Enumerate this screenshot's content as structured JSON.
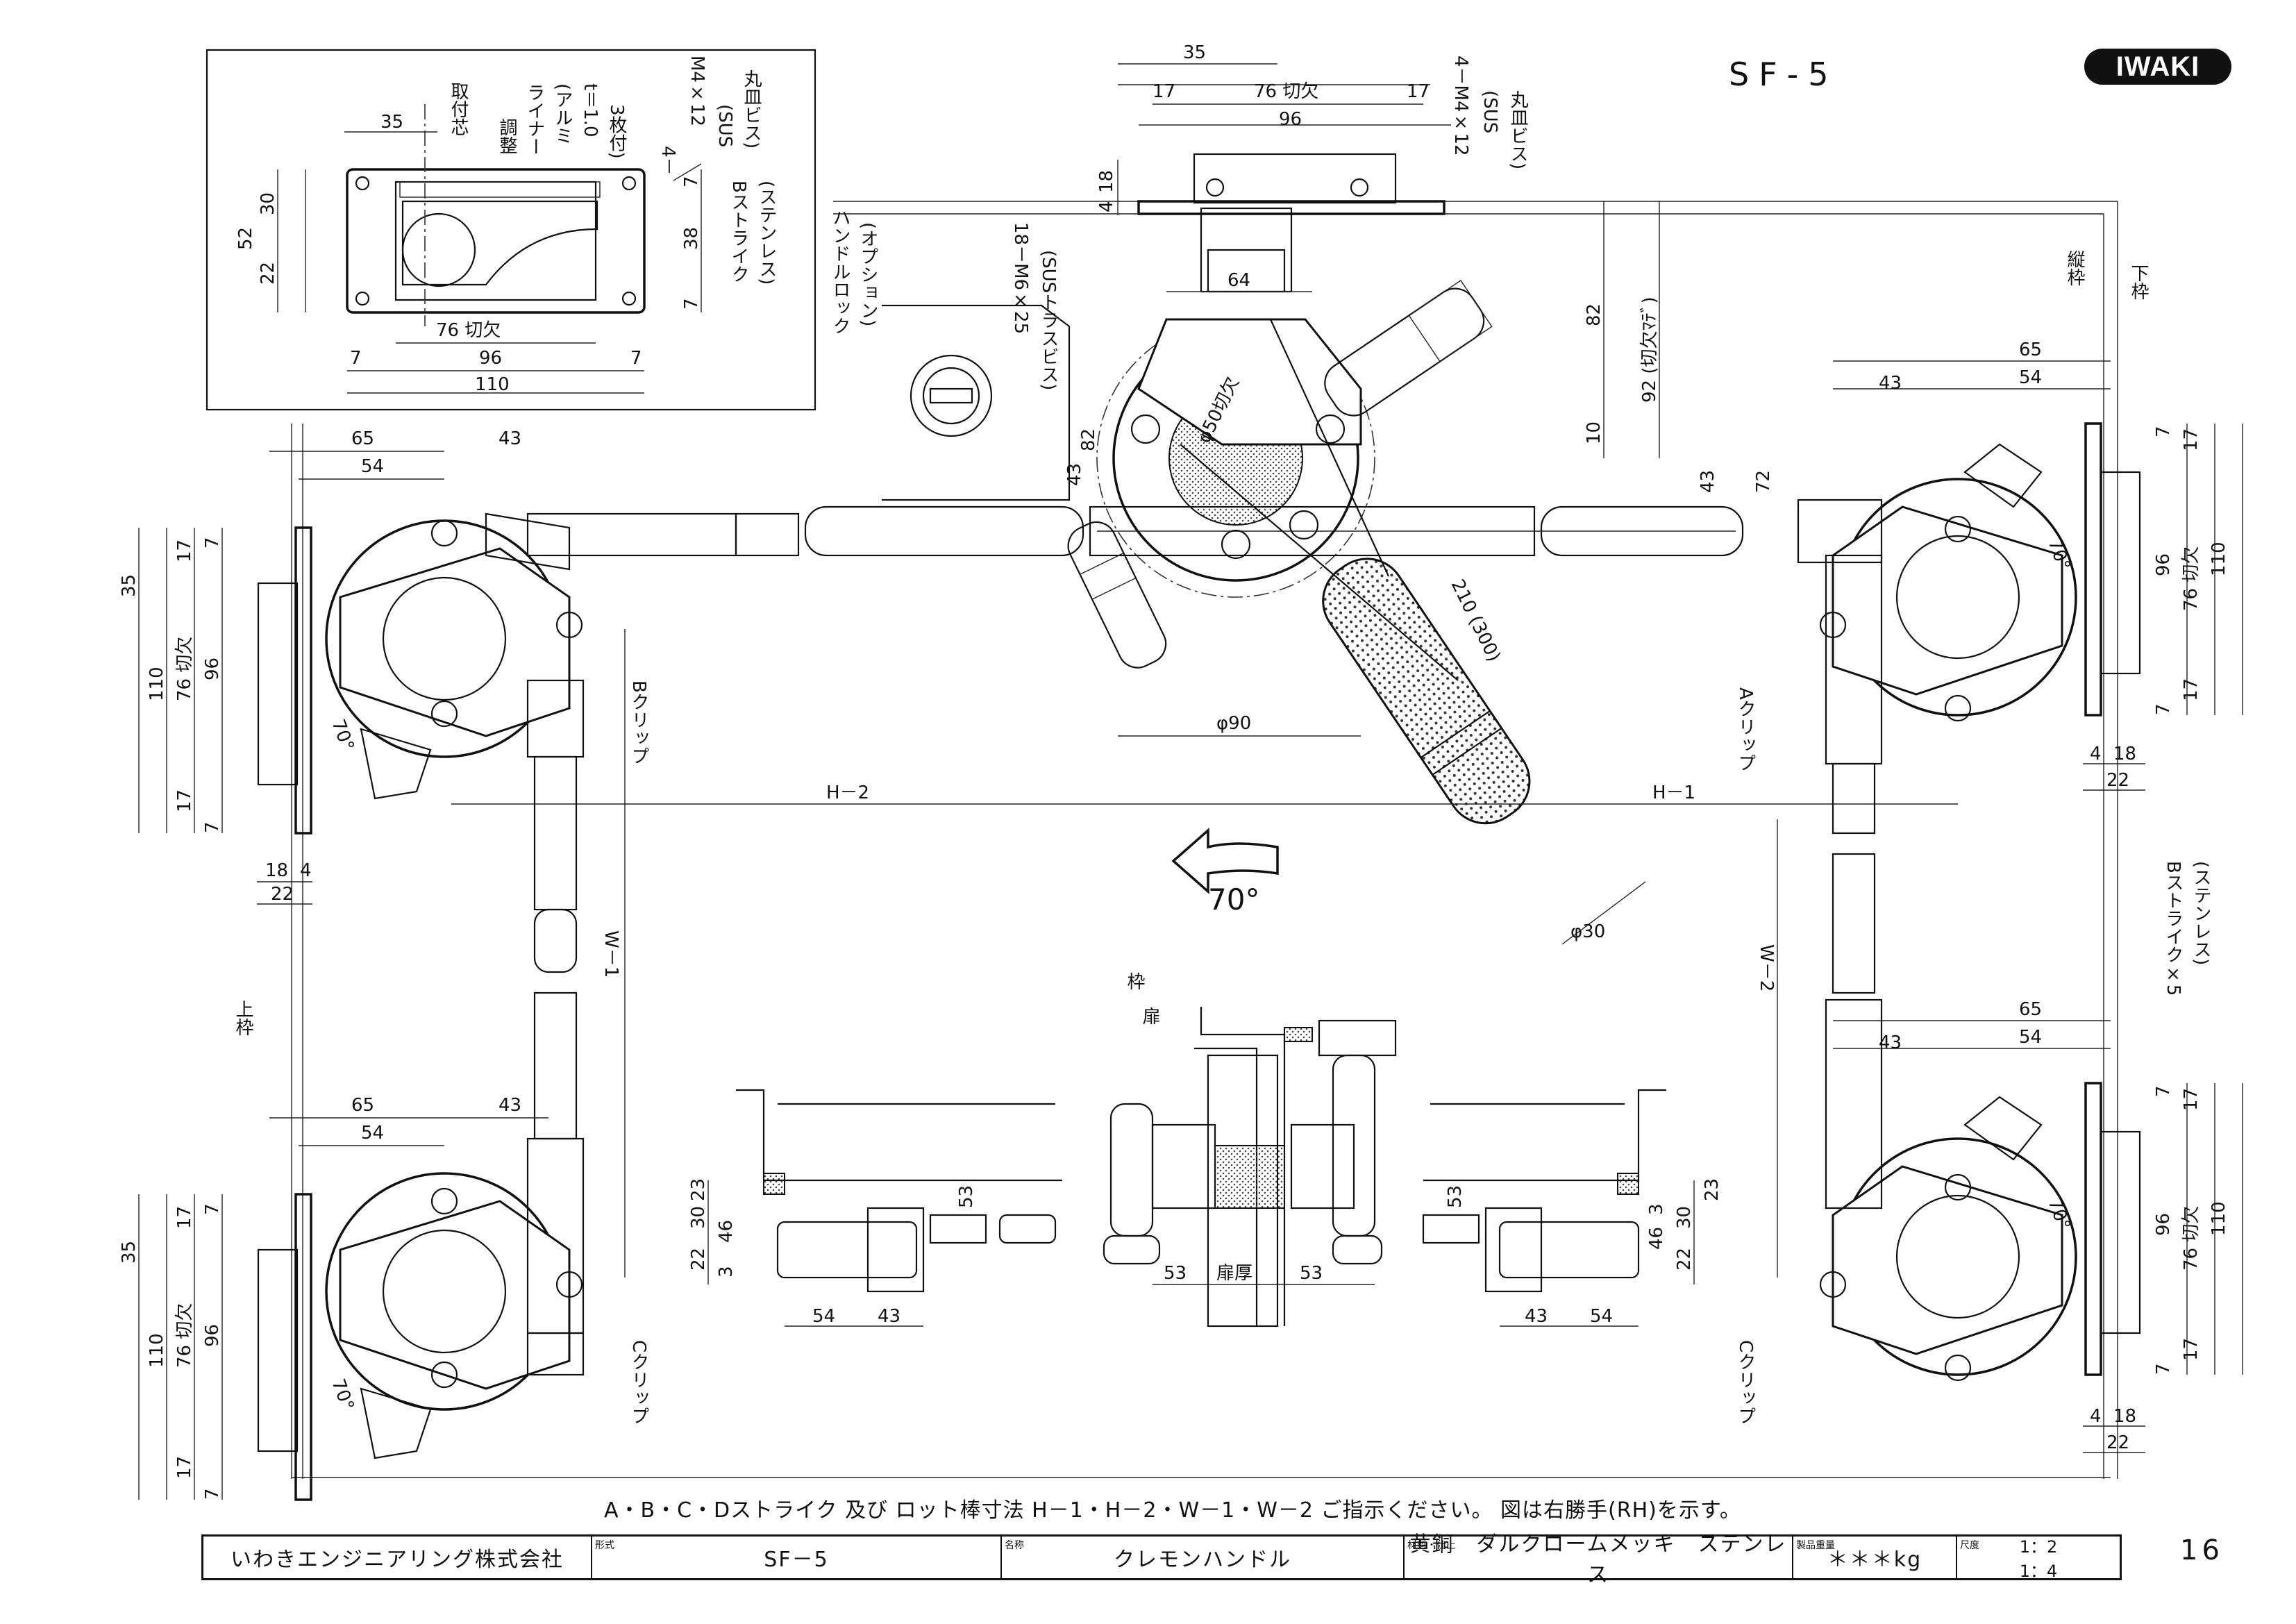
{
  "header": {
    "model": "SF-5",
    "brand": "IWAKI"
  },
  "note": "A・B・C・Dストライク 及び ロット棒寸法 H－1・H－2・W－1・W－2 ご指示ください。 図は右勝手(RH)を示す。",
  "title_block": {
    "company": "いわきエンジニアリング株式会社",
    "model_caption": "形式",
    "model": "SF－5",
    "name_caption": "名称",
    "name": "クレモンハンドル",
    "material_caption": "材料・仕上",
    "material": "黄銅　ダルクロームメッキ　ステンレス",
    "weight_caption": "製品重量",
    "weight": "＊＊＊kg",
    "scale_caption": "尺度",
    "scale_1": "1：2",
    "scale_2": "1：4"
  },
  "page_number": "16",
  "inset": {
    "d35": "35",
    "d30": "30",
    "d52": "52",
    "d22": "22",
    "d38": "38",
    "d7a": "7",
    "d7b": "7",
    "cut": "76 切欠",
    "d96": "96",
    "d110": "110",
    "d7c": "7",
    "d7d": "7",
    "center": "取付芯",
    "liner1": "調整",
    "liner2": "ライナー",
    "liner3": "(アルミ",
    "liner4": "t＝1.0",
    "liner5": "3枚付)",
    "screw1": "4－",
    "screw2": "M4×12",
    "screw3": "(SUS",
    "screw4": "丸皿ビス)",
    "strike1": "Bストライク",
    "strike2": "(ステンレス)"
  },
  "top_plate": {
    "d35": "35",
    "d17a": "17",
    "cut": "76 切欠",
    "d17b": "17",
    "d96": "96",
    "d18": "18",
    "d4": "4",
    "screw1": "4－M4×12",
    "screw2": "(SUS",
    "screw3": "丸皿ビス)"
  },
  "center": {
    "lock1": "ハンドルロック",
    "lock2": "(オプション)",
    "bolt1": "18－M6×25",
    "bolt2": "(SUSトラスビス)",
    "d64": "64",
    "d82a": "82",
    "d43a": "43",
    "d82b": "82",
    "d92": "92 (切欠ﾏﾃﾞ)",
    "d10": "10",
    "d43b": "43",
    "d72": "72",
    "phi50": "φ50切欠",
    "phi90": "φ90",
    "len": "210 (300)",
    "phi30": "φ30",
    "angle": "70°",
    "h2": "H－2",
    "h1": "H－1",
    "frame_v": "縦枠",
    "frame_b": "下枠"
  },
  "left_top": {
    "d65": "65",
    "d43": "43",
    "d54": "54",
    "d35": "35",
    "d17a": "17",
    "d7a": "7",
    "d110": "110",
    "cut": "76 切欠",
    "d96": "96",
    "d17b": "17",
    "d7b": "7",
    "ang": "70°",
    "clip": "Bクリップ",
    "d18": "18",
    "d4": "4",
    "d22": "22"
  },
  "left_bottom": {
    "d65": "65",
    "d43": "43",
    "d54": "54",
    "d35": "35",
    "d17a": "17",
    "d7a": "7",
    "d110": "110",
    "cut": "76 切欠",
    "d96": "96",
    "d17b": "17",
    "d7b": "7",
    "ang": "70°",
    "clip": "Cクリップ",
    "w1": "W－1",
    "frame_top": "上枠"
  },
  "right_top": {
    "d65": "65",
    "d43": "43",
    "d54": "54",
    "d7a": "7",
    "d17a": "17",
    "d96": "96",
    "cut": "76 切欠",
    "d110": "110",
    "d17b": "17",
    "d7b": "7",
    "ang": "70°",
    "clip": "Aクリップ",
    "d4": "4",
    "d18": "18",
    "d22": "22",
    "strike1": "Bストライク×5",
    "strike2": "(ステンレス)"
  },
  "right_bottom": {
    "d65": "65",
    "d43": "43",
    "d54": "54",
    "d7a": "7",
    "d17a": "17",
    "d96": "96",
    "cut": "76 切欠",
    "d110": "110",
    "d17b": "17",
    "d7b": "7",
    "ang": "70°",
    "clip": "Cクリップ",
    "w2": "W－2",
    "d4": "4",
    "d18": "18",
    "d22": "22"
  },
  "sections": {
    "l_d23": "23",
    "l_d30": "30",
    "l_d46": "46",
    "l_d22": "22",
    "l_d3": "3",
    "l_d53": "53",
    "l_d54": "54",
    "l_d43": "43",
    "frame": "枠",
    "door": "扉",
    "door_thick": "扉厚",
    "c_d53a": "53",
    "c_d53b": "53",
    "r_d53": "53",
    "r_d3": "3",
    "r_d46": "46",
    "r_d30": "30",
    "r_d22": "22",
    "r_d23": "23",
    "r_d43": "43",
    "r_d54": "54"
  }
}
